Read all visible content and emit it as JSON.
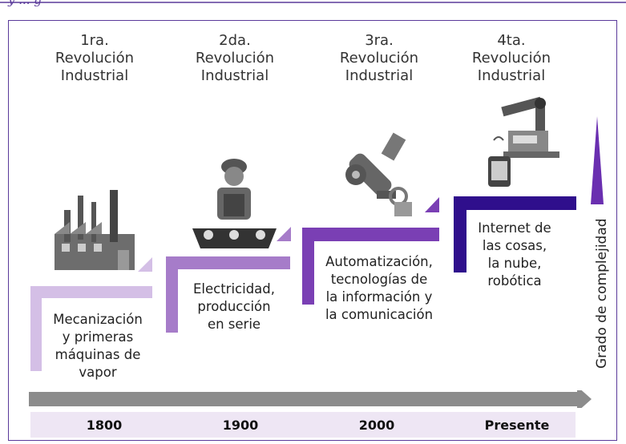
{
  "header_fragment": "y ... g",
  "revolutions": [
    {
      "ordinal": "1ra.",
      "line1": "Revolución",
      "line2": "Industrial",
      "desc": [
        "Mecanización",
        "y primeras",
        "máquinas de",
        "vapor"
      ],
      "year": "1800",
      "icon": "factory-icon",
      "color": "#d4bfe6"
    },
    {
      "ordinal": "2da.",
      "line1": "Revolución",
      "line2": "Industrial",
      "desc": [
        "Electricidad,",
        "producción",
        "en serie"
      ],
      "year": "1900",
      "icon": "assembly-worker-icon",
      "color": "#a67cc9"
    },
    {
      "ordinal": "3ra.",
      "line1": "Revolución",
      "line2": "Industrial",
      "desc": [
        "Automatización,",
        "tecnologías de",
        "la información y",
        "la comunicación"
      ],
      "year": "2000",
      "icon": "robot-arm-icon",
      "color": "#7a3fb4"
    },
    {
      "ordinal": "4ta.",
      "line1": "Revolución",
      "line2": "Industrial",
      "desc": [
        "Internet de",
        "las cosas,",
        "la nube,",
        "robótica"
      ],
      "year": "Presente",
      "icon": "robotics-iot-icon",
      "color": "#2f0f8c"
    }
  ],
  "complexity_label": "Grado de complejidad",
  "colors": {
    "accent": "#5a3a9a",
    "timeline_arrow": "#8c8c8c",
    "year_band": "#eee6f4"
  }
}
